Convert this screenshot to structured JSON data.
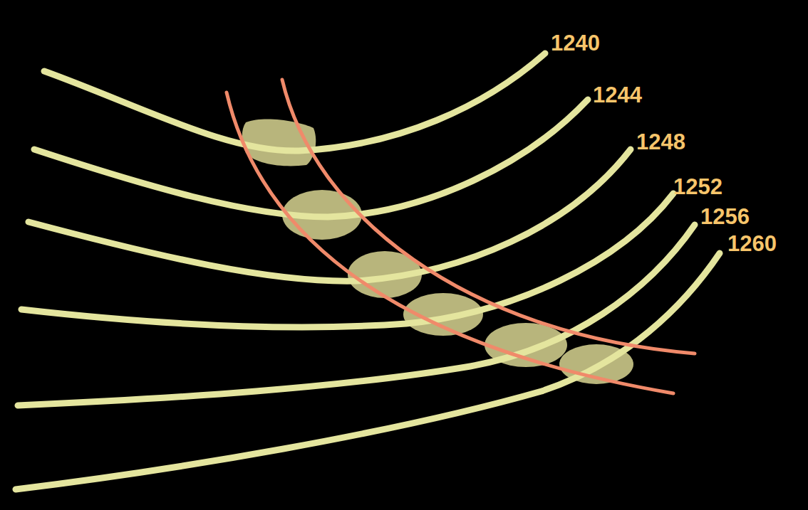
{
  "diagram": {
    "labels": [
      "1240",
      "1244",
      "1248",
      "1252",
      "1256",
      "1260"
    ]
  }
}
